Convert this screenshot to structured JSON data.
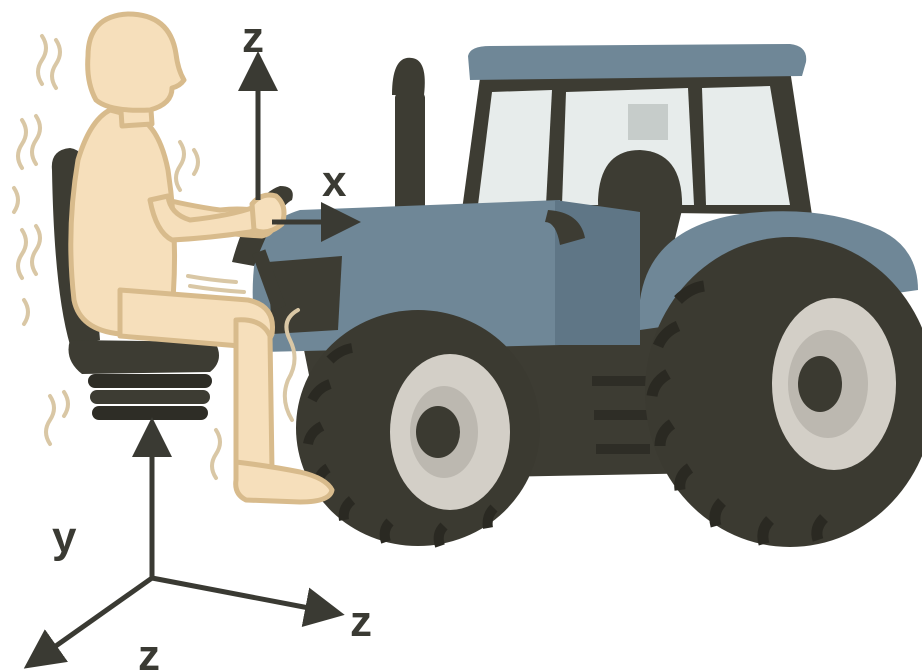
{
  "diagram": {
    "axis_labels": {
      "z_top": "z",
      "x_forward": "x",
      "y_left": "y",
      "z_right": "z",
      "z_bottom": "z"
    },
    "colors": {
      "tractor_body": "#6f8797",
      "tractor_dark": "#3d3c33",
      "tire": "#3b3a31",
      "rim": "#d3cfc7",
      "skin": "#f6dfbb",
      "skin_outline": "#d8bb8c",
      "arrow": "#3a3a33",
      "window": "#e7eceb",
      "vibration_lines": "#d9c7a5"
    },
    "icons": [
      "seated-person",
      "tractor",
      "seat",
      "vibration-lines"
    ]
  }
}
